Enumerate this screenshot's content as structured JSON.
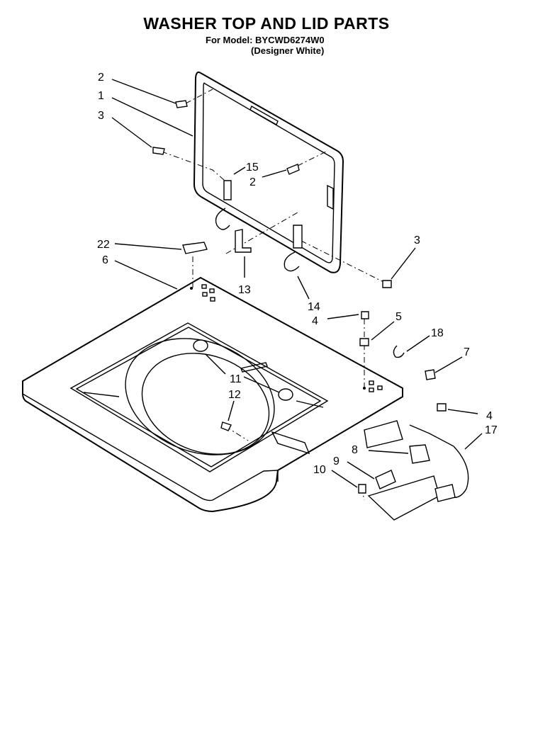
{
  "header": {
    "title": "WASHER TOP AND LID PARTS",
    "model_line": "For Model: BYCWD6274W0",
    "color_line": "(Designer White)"
  },
  "callouts": {
    "c2a": "2",
    "c1": "1",
    "c3a": "3",
    "c15": "15",
    "c2b": "2",
    "c22": "22",
    "c6": "6",
    "c13": "13",
    "c14": "14",
    "c3b": "3",
    "c4a": "4",
    "c5": "5",
    "c18": "18",
    "c7": "7",
    "c11": "11",
    "c12": "12",
    "c4b": "4",
    "c17": "17",
    "c8": "8",
    "c9": "9",
    "c10": "10"
  }
}
